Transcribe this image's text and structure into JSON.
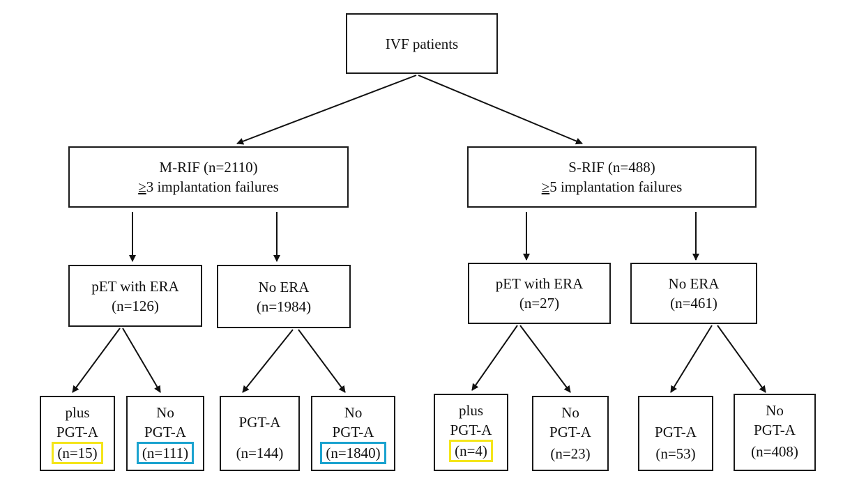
{
  "root": {
    "label": "IVF patients"
  },
  "groups": [
    {
      "title": "M-RIF (n=2110)",
      "criterion_symbol": "≥",
      "criterion_text": "3 implantation failures",
      "arms": [
        {
          "title": "pET with ERA",
          "count": "(n=126)",
          "leaves": [
            {
              "line1": "plus",
              "line2": "PGT-A",
              "count": "(n=15)",
              "highlight": "yellow"
            },
            {
              "line1": "No",
              "line2": "PGT-A",
              "count": "(n=111)",
              "highlight": "blue"
            }
          ]
        },
        {
          "title": "No ERA",
          "count": "(n=1984)",
          "leaves": [
            {
              "line1": "PGT-A",
              "count": "(n=144)"
            },
            {
              "line1": "No",
              "line2": "PGT-A",
              "count": "(n=1840)",
              "highlight": "blue"
            }
          ]
        }
      ]
    },
    {
      "title": "S-RIF (n=488)",
      "criterion_symbol": "≥",
      "criterion_text": "5 implantation failures",
      "arms": [
        {
          "title": "pET with ERA",
          "count": "(n=27)",
          "leaves": [
            {
              "line1": "plus",
              "line2": "PGT-A",
              "count": "(n=4)",
              "highlight": "yellow"
            },
            {
              "line1": "No",
              "line2": "PGT-A",
              "count": "(n=23)"
            }
          ]
        },
        {
          "title": "No ERA",
          "count": "(n=461)",
          "leaves": [
            {
              "line1": "PGT-A",
              "count": "(n=53)"
            },
            {
              "line1": "No",
              "line2": "PGT-A",
              "count": "(n=408)"
            }
          ]
        }
      ]
    }
  ],
  "colors": {
    "border": "#1a1a1a",
    "highlight_yellow": "#f4e51a",
    "highlight_blue": "#1ba3cf"
  }
}
